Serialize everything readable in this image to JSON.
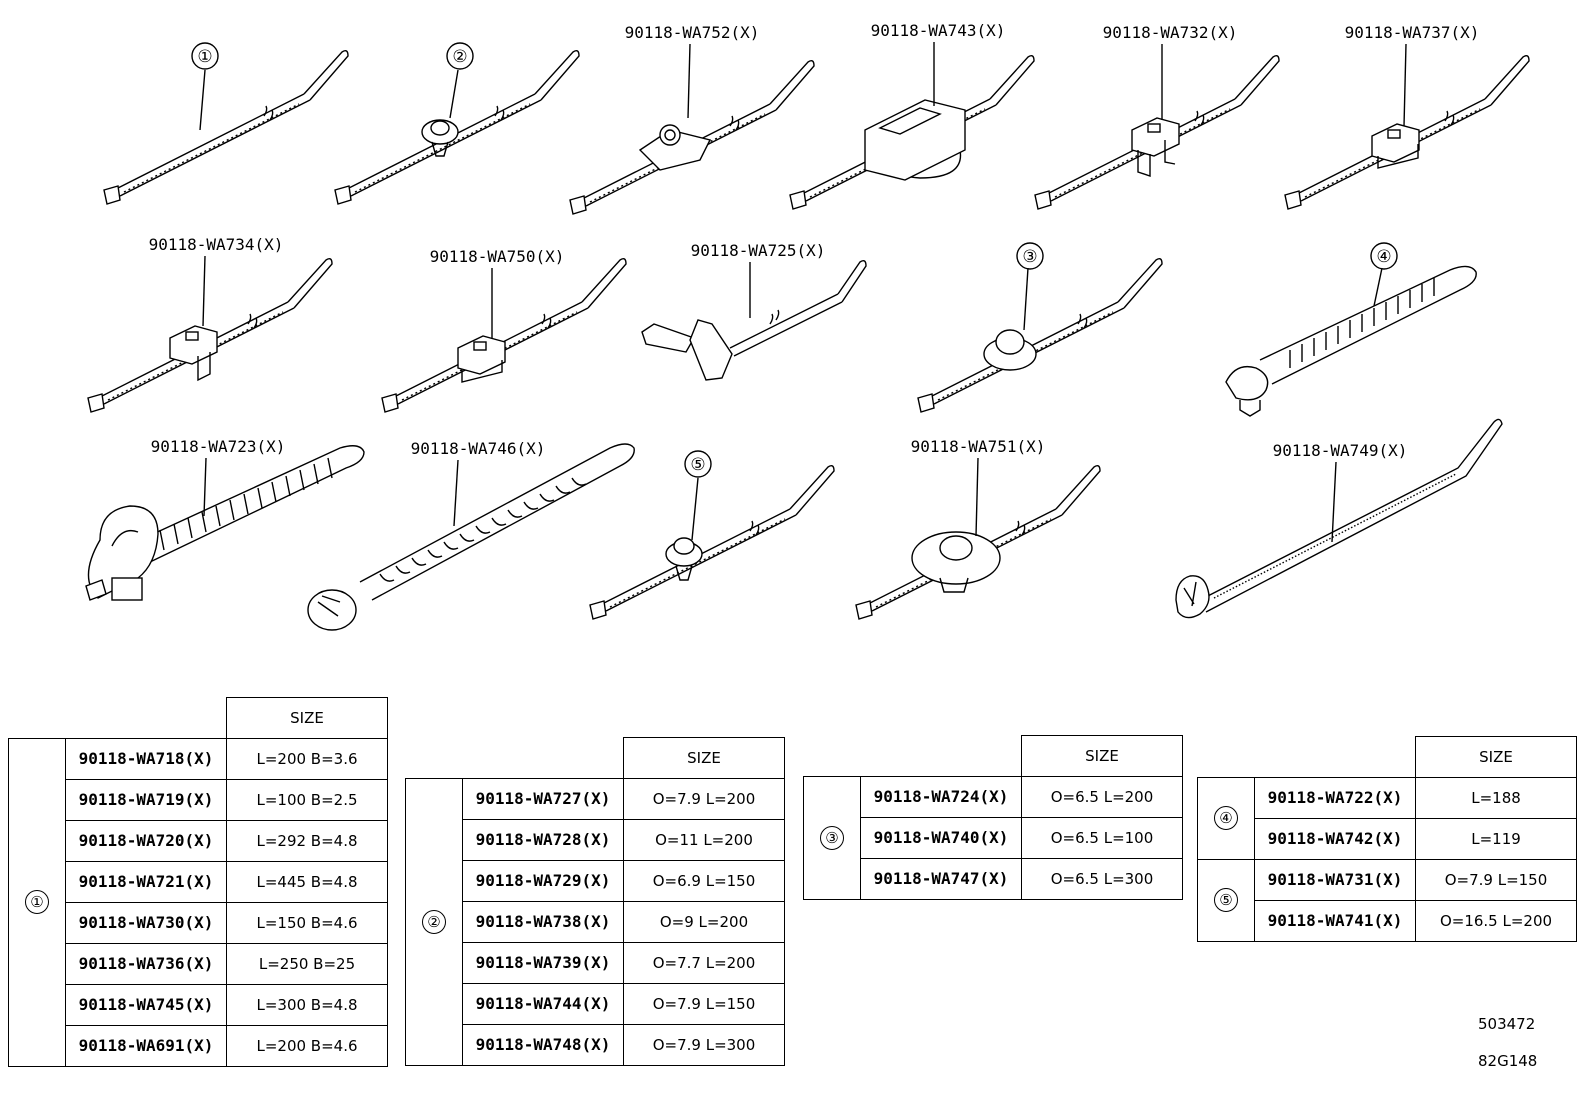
{
  "parts": [
    {
      "id": "p1",
      "label": "①"
    },
    {
      "id": "p2",
      "label": "②"
    },
    {
      "id": "p3",
      "label": "90118-WA752(X)"
    },
    {
      "id": "p4",
      "label": "90118-WA743(X)"
    },
    {
      "id": "p5",
      "label": "90118-WA732(X)"
    },
    {
      "id": "p6",
      "label": "90118-WA737(X)"
    },
    {
      "id": "p7",
      "label": "90118-WA734(X)"
    },
    {
      "id": "p8",
      "label": "90118-WA750(X)"
    },
    {
      "id": "p9",
      "label": "90118-WA725(X)"
    },
    {
      "id": "p10",
      "label": "③"
    },
    {
      "id": "p11",
      "label": "④"
    },
    {
      "id": "p12",
      "label": "90118-WA723(X)"
    },
    {
      "id": "p13",
      "label": "90118-WA746(X)"
    },
    {
      "id": "p14",
      "label": "⑤"
    },
    {
      "id": "p15",
      "label": "90118-WA751(X)"
    },
    {
      "id": "p16",
      "label": "90118-WA749(X)"
    }
  ],
  "tables": {
    "size_header": "SIZE",
    "t1": {
      "group": "①",
      "rows": [
        {
          "part": "90118-WA718(X)",
          "size": "L=200 B=3.6"
        },
        {
          "part": "90118-WA719(X)",
          "size": "L=100 B=2.5"
        },
        {
          "part": "90118-WA720(X)",
          "size": "L=292 B=4.8"
        },
        {
          "part": "90118-WA721(X)",
          "size": "L=445 B=4.8"
        },
        {
          "part": "90118-WA730(X)",
          "size": "L=150 B=4.6"
        },
        {
          "part": "90118-WA736(X)",
          "size": "L=250 B=25"
        },
        {
          "part": "90118-WA745(X)",
          "size": "L=300 B=4.8"
        },
        {
          "part": "90118-WA691(X)",
          "size": "L=200 B=4.6"
        }
      ]
    },
    "t2": {
      "group": "②",
      "rows": [
        {
          "part": "90118-WA727(X)",
          "size": "O=7.9 L=200"
        },
        {
          "part": "90118-WA728(X)",
          "size": "O=11 L=200"
        },
        {
          "part": "90118-WA729(X)",
          "size": "O=6.9 L=150"
        },
        {
          "part": "90118-WA738(X)",
          "size": "O=9 L=200"
        },
        {
          "part": "90118-WA739(X)",
          "size": "O=7.7 L=200"
        },
        {
          "part": "90118-WA744(X)",
          "size": "O=7.9 L=150"
        },
        {
          "part": "90118-WA748(X)",
          "size": "O=7.9 L=300"
        }
      ]
    },
    "t3": {
      "group": "③",
      "rows": [
        {
          "part": "90118-WA724(X)",
          "size": "O=6.5 L=200"
        },
        {
          "part": "90118-WA740(X)",
          "size": "O=6.5 L=100"
        },
        {
          "part": "90118-WA747(X)",
          "size": "O=6.5 L=300"
        }
      ]
    },
    "t4": {
      "groups": [
        {
          "group": "④",
          "rows": [
            {
              "part": "90118-WA722(X)",
              "size": "L=188"
            },
            {
              "part": "90118-WA742(X)",
              "size": "L=119"
            }
          ]
        },
        {
          "group": "⑤",
          "rows": [
            {
              "part": "90118-WA731(X)",
              "size": "O=7.9 L=150"
            },
            {
              "part": "90118-WA741(X)",
              "size": "O=16.5 L=200"
            }
          ]
        }
      ]
    }
  },
  "codes": {
    "ref1": "503472",
    "ref2": "82G148"
  }
}
